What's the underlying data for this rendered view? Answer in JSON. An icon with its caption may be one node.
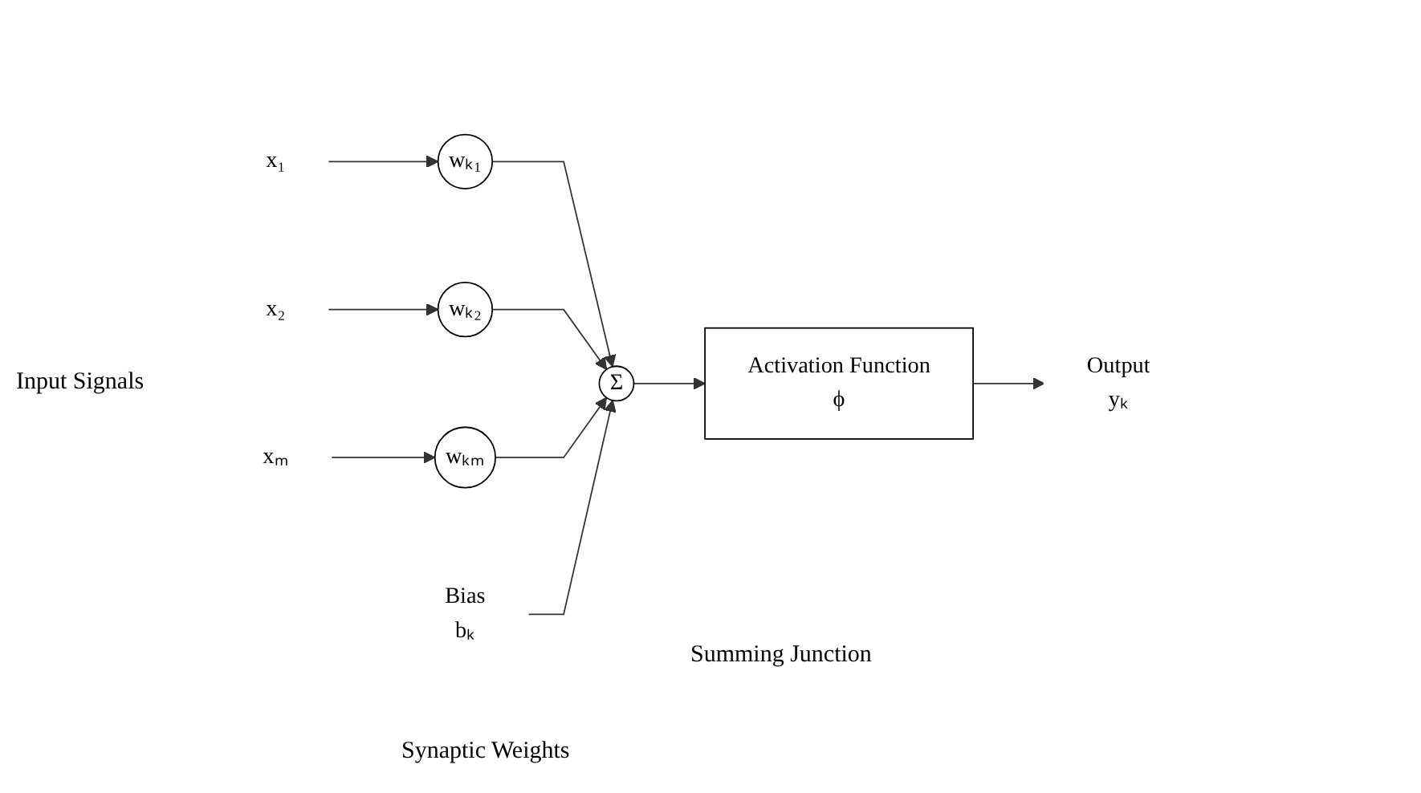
{
  "diagram": {
    "nodes": [
      {
        "text": [
          "x₁"
        ]
      },
      {
        "text": [
          "x₂"
        ]
      },
      {
        "text": [
          "xₘ"
        ]
      },
      {
        "text": [
          "wₖ₁"
        ]
      },
      {
        "text": [
          "wₖ₂"
        ]
      },
      {
        "text": [
          "wₖₘ"
        ]
      },
      {
        "text": [
          "Bias",
          "bₖ"
        ]
      },
      {
        "text": [
          "Σ"
        ]
      },
      {
        "text": [
          "Activation Function",
          "ϕ"
        ]
      },
      {
        "text": [
          "Output",
          "yₖ"
        ]
      }
    ],
    "edges": [
      {
        "from": 0,
        "to": 3,
        "arrow": "to"
      },
      {
        "from": 1,
        "to": 4,
        "arrow": "to"
      },
      {
        "from": 2,
        "to": 5,
        "arrow": "to"
      },
      {
        "from": 3,
        "to": 7,
        "arrow": "to"
      },
      {
        "from": 4,
        "to": 7,
        "arrow": "to"
      },
      {
        "from": 5,
        "to": 7,
        "arrow": "to"
      },
      {
        "from": 6,
        "to": 7,
        "arrow": "to"
      },
      {
        "from": 7,
        "to": 8,
        "arrow": "to"
      },
      {
        "from": 8,
        "to": 9,
        "arrow": "to"
      }
    ],
    "labels": [
      "Input Signals",
      "Summing Junction",
      "Synaptic Weights"
    ]
  }
}
